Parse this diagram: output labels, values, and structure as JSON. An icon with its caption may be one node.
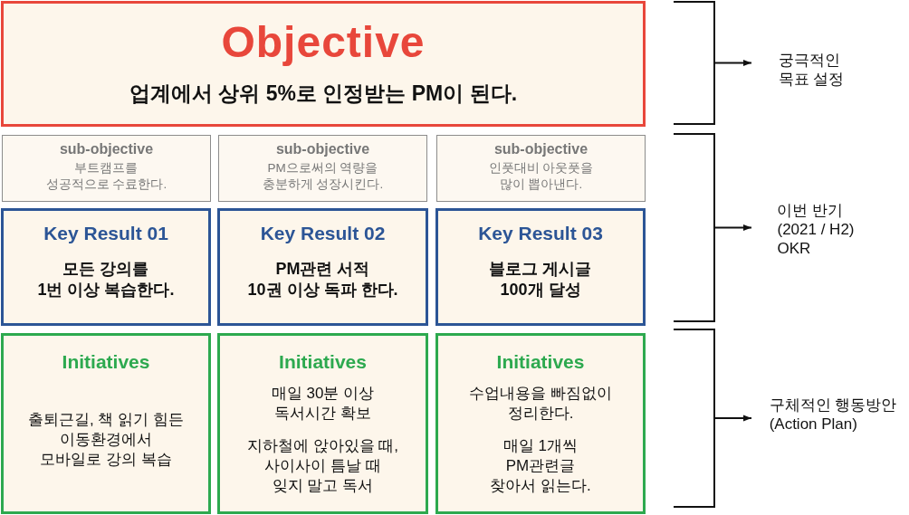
{
  "diagram": {
    "nodes": [
      {
        "text": [
          "Objective",
          "업계에서 상위 5%로 인정받는 PM이 된다."
        ]
      },
      {
        "text": [
          "sub-objective",
          "부트캠프를 성공적으로 수료한다."
        ]
      },
      {
        "text": [
          "sub-objective",
          "PM으로써의 역량을 충분하게 성장시킨다."
        ]
      },
      {
        "text": [
          "sub-objective",
          "인풋대비 아웃풋을 많이 뽑아낸다."
        ]
      },
      {
        "text": [
          "Key Result 01",
          "모든 강의를 1번 이상 복습한다."
        ]
      },
      {
        "text": [
          "Key Result 02",
          "PM관련 서적 10권 이상 독파 한다."
        ]
      },
      {
        "text": [
          "Key Result 03",
          "블로그 게시글 100개 달성"
        ]
      },
      {
        "text": [
          "Initiatives",
          "출퇴근길, 책 읽기 힘든 이동환경에서 모바일로 강의 복습"
        ]
      },
      {
        "text": [
          "Initiatives",
          "매일 30분 이상 독서시간 확보",
          "지하철에 앉아있을 때, 사이사이 틈날 때 잊지 말고 독서"
        ]
      },
      {
        "text": [
          "Initiatives",
          "수업내용을 빠짐없이 정리한다.",
          "매일 1개씩 PM관련글 찾아서 읽는다."
        ]
      },
      {
        "text": [],
        "shape": "bracket"
      },
      {
        "text": [
          "궁극적인 목표 설정"
        ]
      },
      {
        "text": [],
        "shape": "bracket"
      },
      {
        "text": [
          "이번 반기 (2021 / H2) OKR"
        ]
      },
      {
        "text": [],
        "shape": "bracket"
      },
      {
        "text": [
          "구체적인 행동방안 (Action Plan)"
        ]
      }
    ],
    "edges": [
      {
        "from": 10,
        "to": 11,
        "arrow": "to"
      },
      {
        "from": 12,
        "to": 13,
        "arrow": "to"
      },
      {
        "from": 14,
        "to": 15,
        "arrow": "to"
      }
    ]
  }
}
